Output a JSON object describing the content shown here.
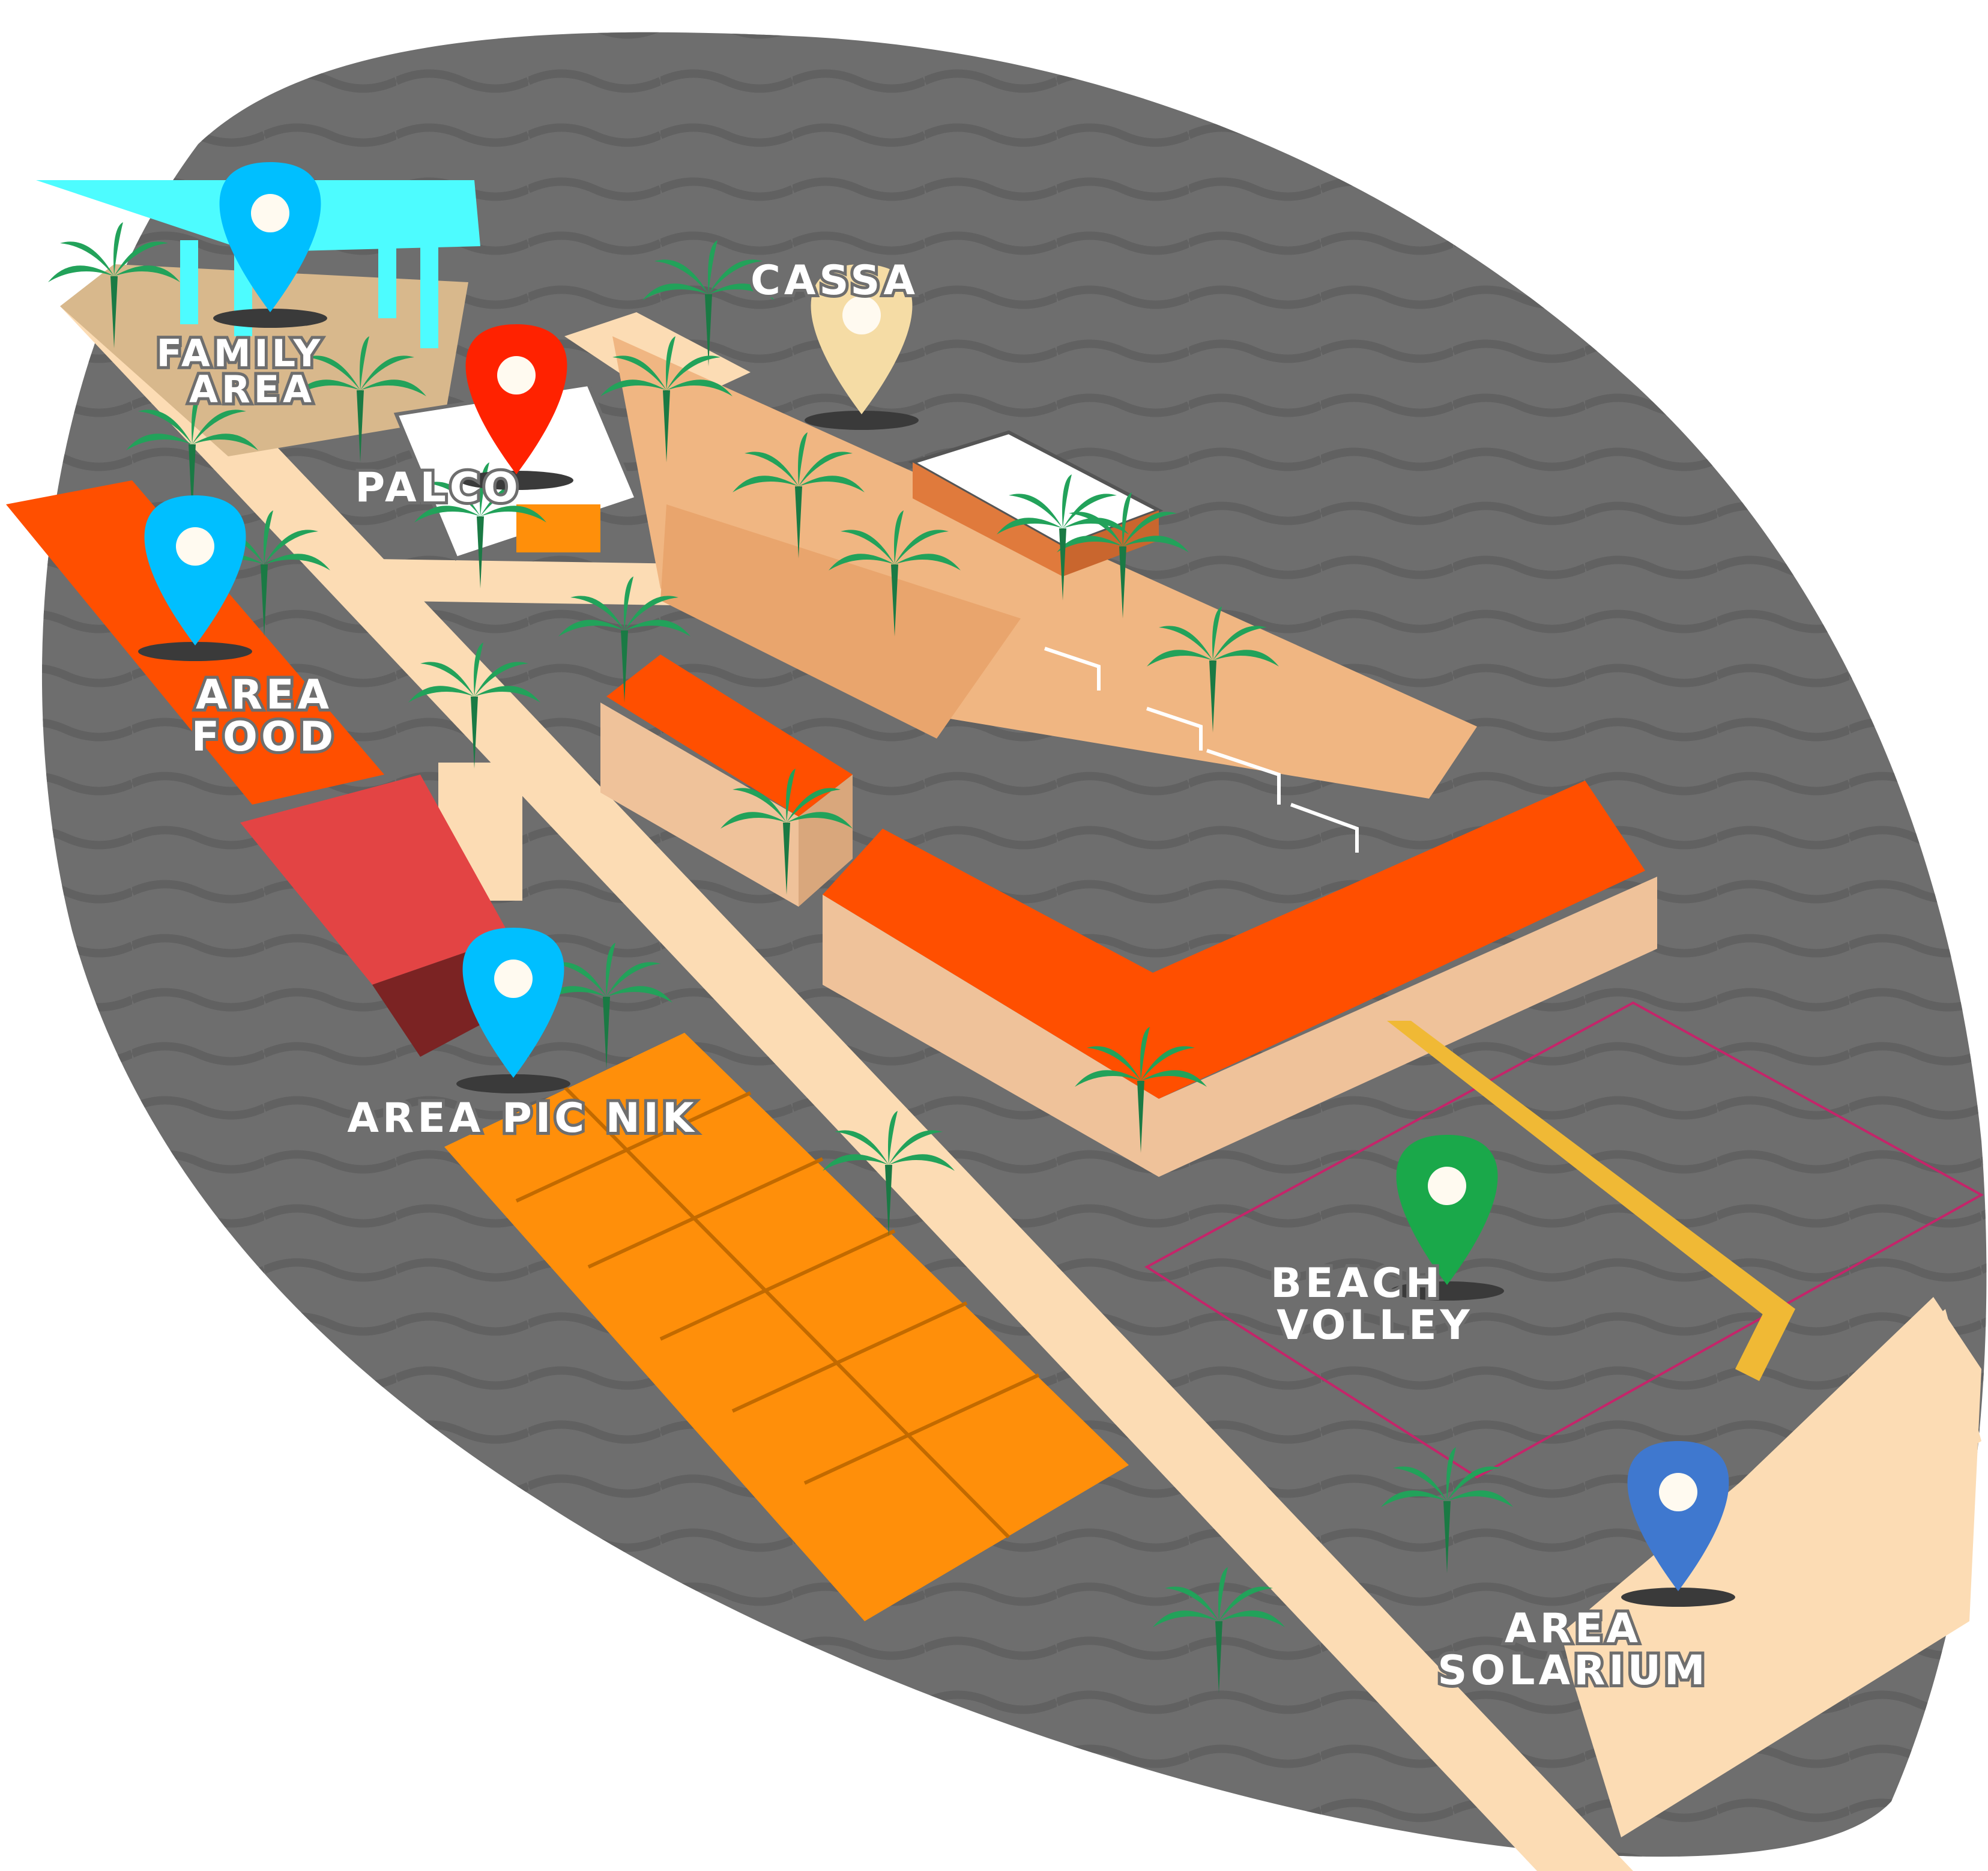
{
  "colors": {
    "ground": "#6e6e6e",
    "path": "#fcdcb4",
    "sand": "#efc29a",
    "wood": "#f0b682",
    "tent_orange": "#ff4f00",
    "table_orange": "#ff8f0a",
    "water": "#4dfcff",
    "food_red": "#e34444",
    "palm": "#22a25a",
    "crane": "#f0b935"
  },
  "labels": {
    "family_line1": "FAMILY",
    "family_line2": "AREA",
    "palco": "PALCO",
    "cassa": "CASSA",
    "food_line1": "AREA",
    "food_line2": "FOOD",
    "picnik": "AREA PIC NIK",
    "beach_line1": "BEACH",
    "beach_line2": "VOLLEY",
    "solarium_line1": "AREA",
    "solarium_line2": "SOLARIUM"
  },
  "pins": [
    {
      "id": "family",
      "color": "#00bfff"
    },
    {
      "id": "palco",
      "color": "#ff2200"
    },
    {
      "id": "cassa",
      "color": "#f5dca5"
    },
    {
      "id": "food",
      "color": "#00bfff"
    },
    {
      "id": "picnik",
      "color": "#00bfff"
    },
    {
      "id": "beach",
      "color": "#1aa84a"
    },
    {
      "id": "solarium",
      "color": "#3f78cf"
    }
  ]
}
